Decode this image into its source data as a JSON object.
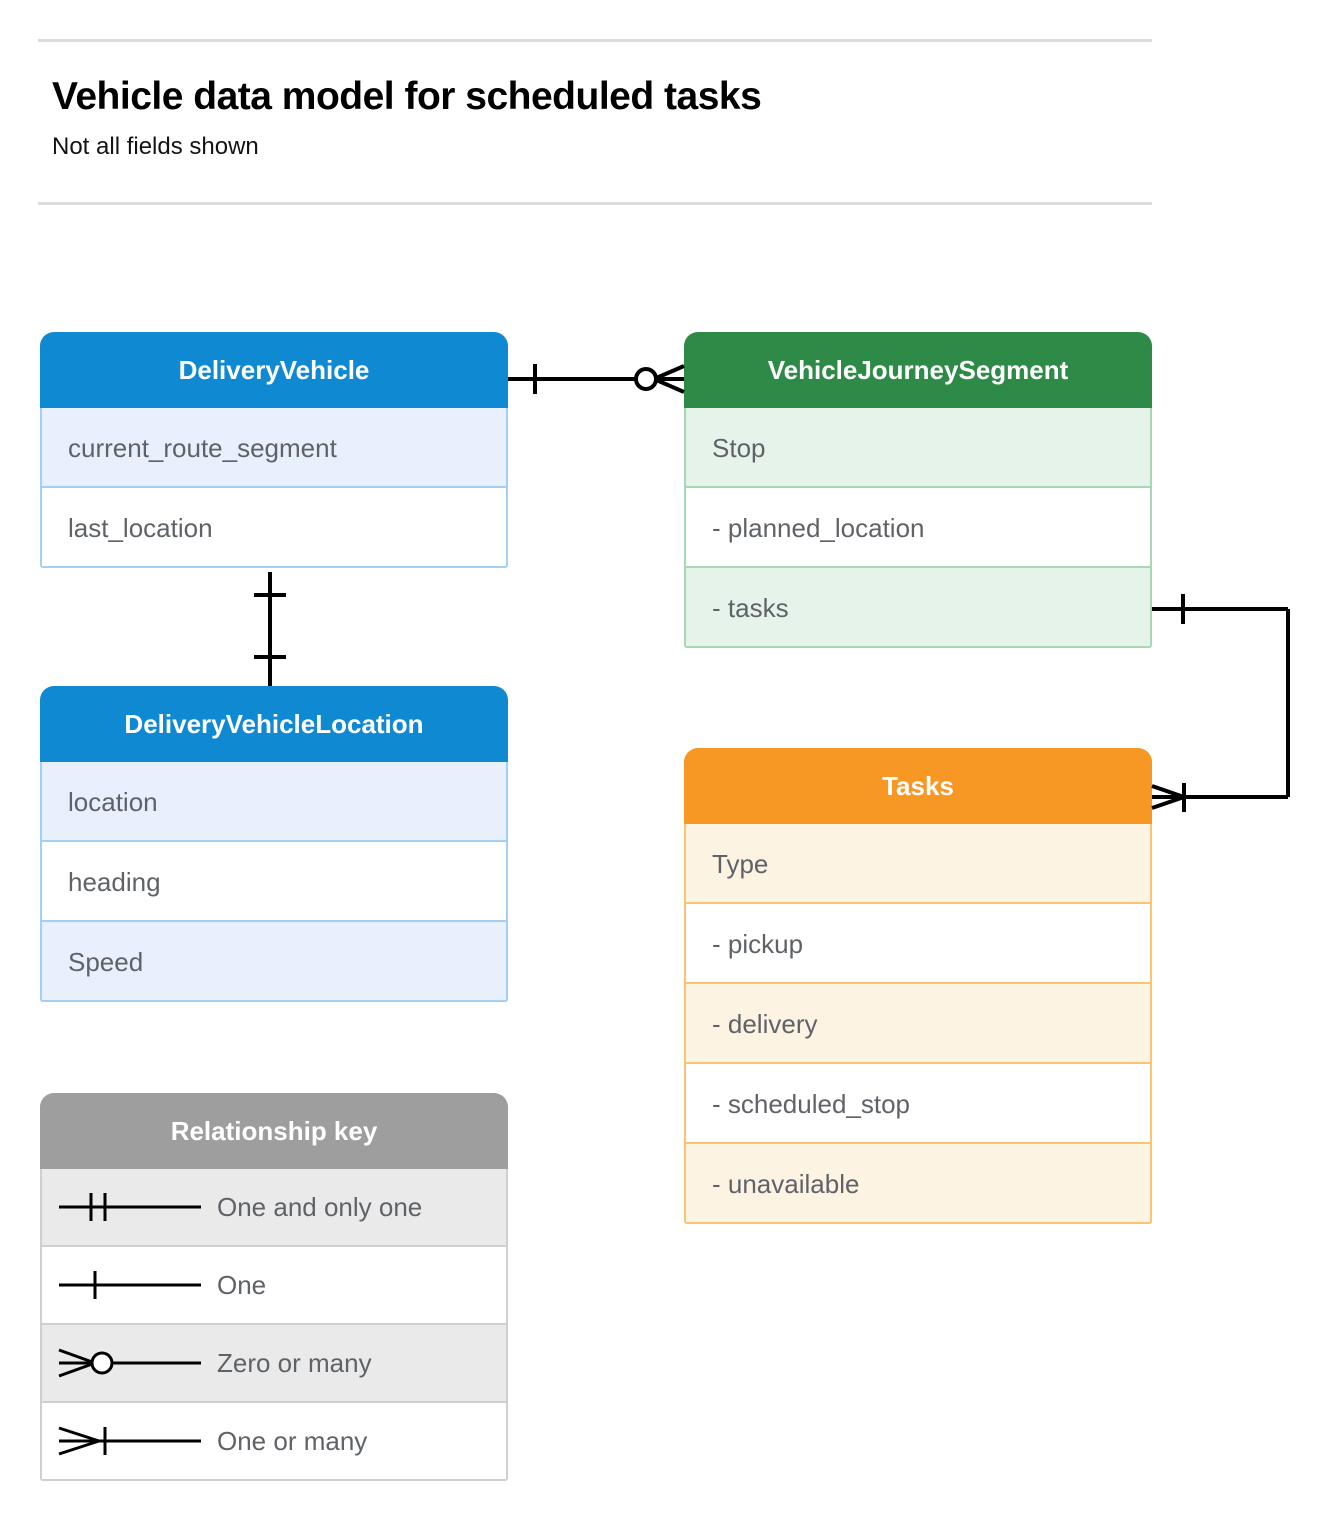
{
  "header": {
    "title": "Vehicle data model for scheduled tasks",
    "subtitle": "Not all fields shown"
  },
  "colors": {
    "blue_header": "#1089d3",
    "blue_row_alt": "#e8f0fe",
    "blue_border": "#a5cff0",
    "green_header": "#2e8b47",
    "green_row_alt": "#e6f3ea",
    "green_border": "#a7d7b4",
    "orange_header": "#f79824",
    "orange_row_alt": "#fdf3e3",
    "orange_border": "#fbc470",
    "grey_header": "#9e9e9e",
    "grey_row_alt": "#eaeaea",
    "grey_border": "#cfcfcf",
    "text": "#5f6368",
    "rule": "#dadce0",
    "connector": "#000000"
  },
  "entities": [
    {
      "id": "delivery-vehicle",
      "name": "DeliveryVehicle",
      "color": "blue",
      "fields": [
        "current_route_segment",
        "last_location"
      ]
    },
    {
      "id": "journey-segment",
      "name": "VehicleJourneySegment",
      "color": "green",
      "fields": [
        "Stop",
        "-  planned_location",
        "- tasks"
      ]
    },
    {
      "id": "vehicle-location",
      "name": "DeliveryVehicleLocation",
      "color": "blue",
      "fields": [
        "location",
        "heading",
        "Speed"
      ]
    },
    {
      "id": "tasks",
      "name": "Tasks",
      "color": "orange",
      "fields": [
        "Type",
        "-  pickup",
        "-  delivery",
        "-  scheduled_stop",
        "-  unavailable"
      ]
    }
  ],
  "legend": {
    "title": "Relationship key",
    "items": [
      {
        "symbol": "one-and-only-one",
        "label": "One and only one"
      },
      {
        "symbol": "one",
        "label": "One"
      },
      {
        "symbol": "zero-or-many",
        "label": "Zero or many"
      },
      {
        "symbol": "one-or-many",
        "label": "One or many"
      }
    ]
  },
  "relationships": [
    {
      "id": "vehicle-to-segment",
      "from": "DeliveryVehicle",
      "to": "VehicleJourneySegment",
      "from_cardinality": "One",
      "to_cardinality": "Zero or many"
    },
    {
      "id": "vehicle-to-location",
      "from": "DeliveryVehicle",
      "to": "DeliveryVehicleLocation",
      "from_cardinality": "One",
      "to_cardinality": "One"
    },
    {
      "id": "segment-tasks-to-tasks",
      "from": "VehicleJourneySegment.tasks",
      "to": "Tasks",
      "from_cardinality": "One",
      "to_cardinality": "One or many"
    }
  ]
}
